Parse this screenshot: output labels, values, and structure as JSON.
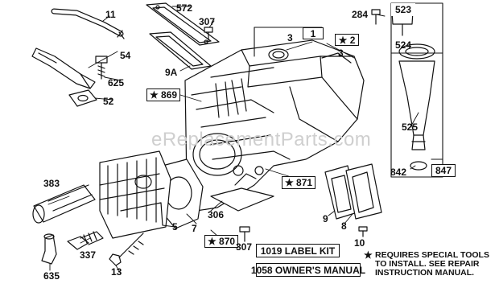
{
  "watermark": "eReplacementParts.com",
  "parts": {
    "p11": "11",
    "p54": "54",
    "p625": "625",
    "p52": "52",
    "p572": "572",
    "p307a": "307",
    "p9a": "9A",
    "p3a": "3",
    "p1": "1",
    "p2": "★ 2",
    "p3b": "3",
    "p284": "284",
    "p523": "523",
    "p524": "524",
    "p869": "★ 869",
    "p525": "525",
    "p842": "842",
    "p847": "847",
    "p871": "★ 871",
    "p383": "383",
    "p306": "306",
    "p7": "7",
    "p9": "9",
    "p8": "8",
    "p5": "5",
    "p870": "★ 870",
    "p307b": "307",
    "p10": "10",
    "p337": "337",
    "p13": "13",
    "p635": "635"
  },
  "kits": {
    "label_kit": "1019 LABEL KIT",
    "owners_manual": "1058 OWNER'S MANUAL"
  },
  "footnote": {
    "star": "★",
    "line1": "REQUIRES SPECIAL TOOLS",
    "line2": "TO INSTALL.  SEE REPAIR",
    "line3": "INSTRUCTION MANUAL."
  }
}
